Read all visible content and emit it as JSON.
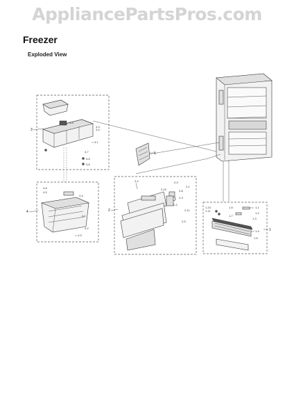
{
  "watermark": "AppliancePartsPros.com",
  "title": "Freezer",
  "subtitle": "Exploded View",
  "groups": [
    {
      "id": "3",
      "labels": [
        "3-2",
        "3-3",
        "3-4",
        "3-1",
        "3-7",
        "3-5",
        "3-6"
      ]
    },
    {
      "id": "4",
      "labels": [
        "4-6",
        "4-5",
        "4-4",
        "4-1",
        "4-3",
        "4-2"
      ]
    },
    {
      "id": "2",
      "labels": [
        "2-4",
        "2-9",
        "2-1",
        "2-10",
        "2-8",
        "2-3",
        "2-2",
        "2-11",
        "2-5"
      ]
    },
    {
      "id": "1",
      "labels": [
        "1-10",
        "1-11",
        "1-6",
        "1-1",
        "1-2",
        "1-3",
        "1-7",
        "1-4",
        "1-5"
      ]
    },
    {
      "id": "5",
      "labels": []
    }
  ],
  "colors": {
    "watermark": "#d4d4d4",
    "line": "#555555",
    "text": "#222222"
  }
}
